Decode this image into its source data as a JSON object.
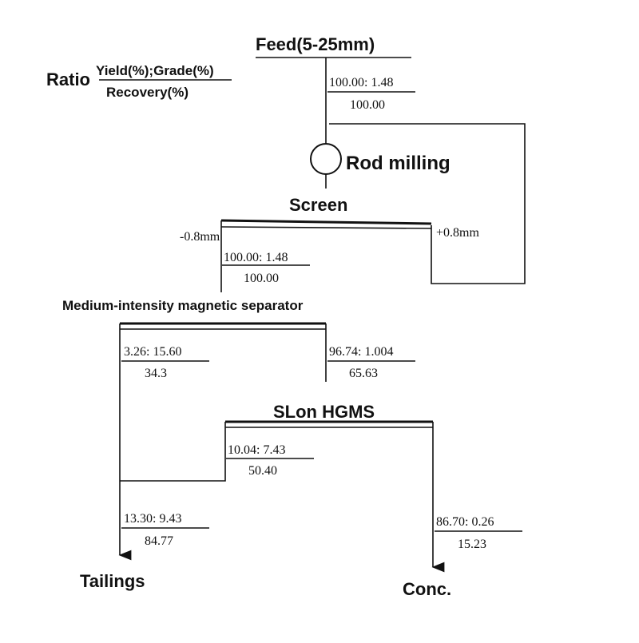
{
  "legend": {
    "prefix": "Ratio",
    "numerator": "Yield(%);Grade(%)",
    "denominator": "Recovery(%)"
  },
  "stages": {
    "feed": "Feed(5-25mm)",
    "rod_milling": "Rod milling",
    "screen": "Screen",
    "screen_under": "-0.8mm",
    "screen_over": "+0.8mm",
    "mims": "Medium-intensity magnetic separator",
    "slon": "SLon HGMS",
    "tailings": "Tailings",
    "conc": "Conc."
  },
  "ratios": {
    "feed": {
      "top": "100.00: 1.48",
      "bottom": "100.00"
    },
    "screen_undersize": {
      "top": "100.00: 1.48",
      "bottom": "100.00"
    },
    "mims_magnetic": {
      "top": "3.26: 15.60",
      "bottom": "34.3"
    },
    "mims_nonmagnetic": {
      "top": "96.74: 1.004",
      "bottom": "65.63"
    },
    "slon_magnetic": {
      "top": "10.04: 7.43",
      "bottom": "50.40"
    },
    "tailings": {
      "top": "13.30: 9.43",
      "bottom": "84.77"
    },
    "conc": {
      "top": "86.70: 0.26",
      "bottom": "15.23"
    }
  }
}
